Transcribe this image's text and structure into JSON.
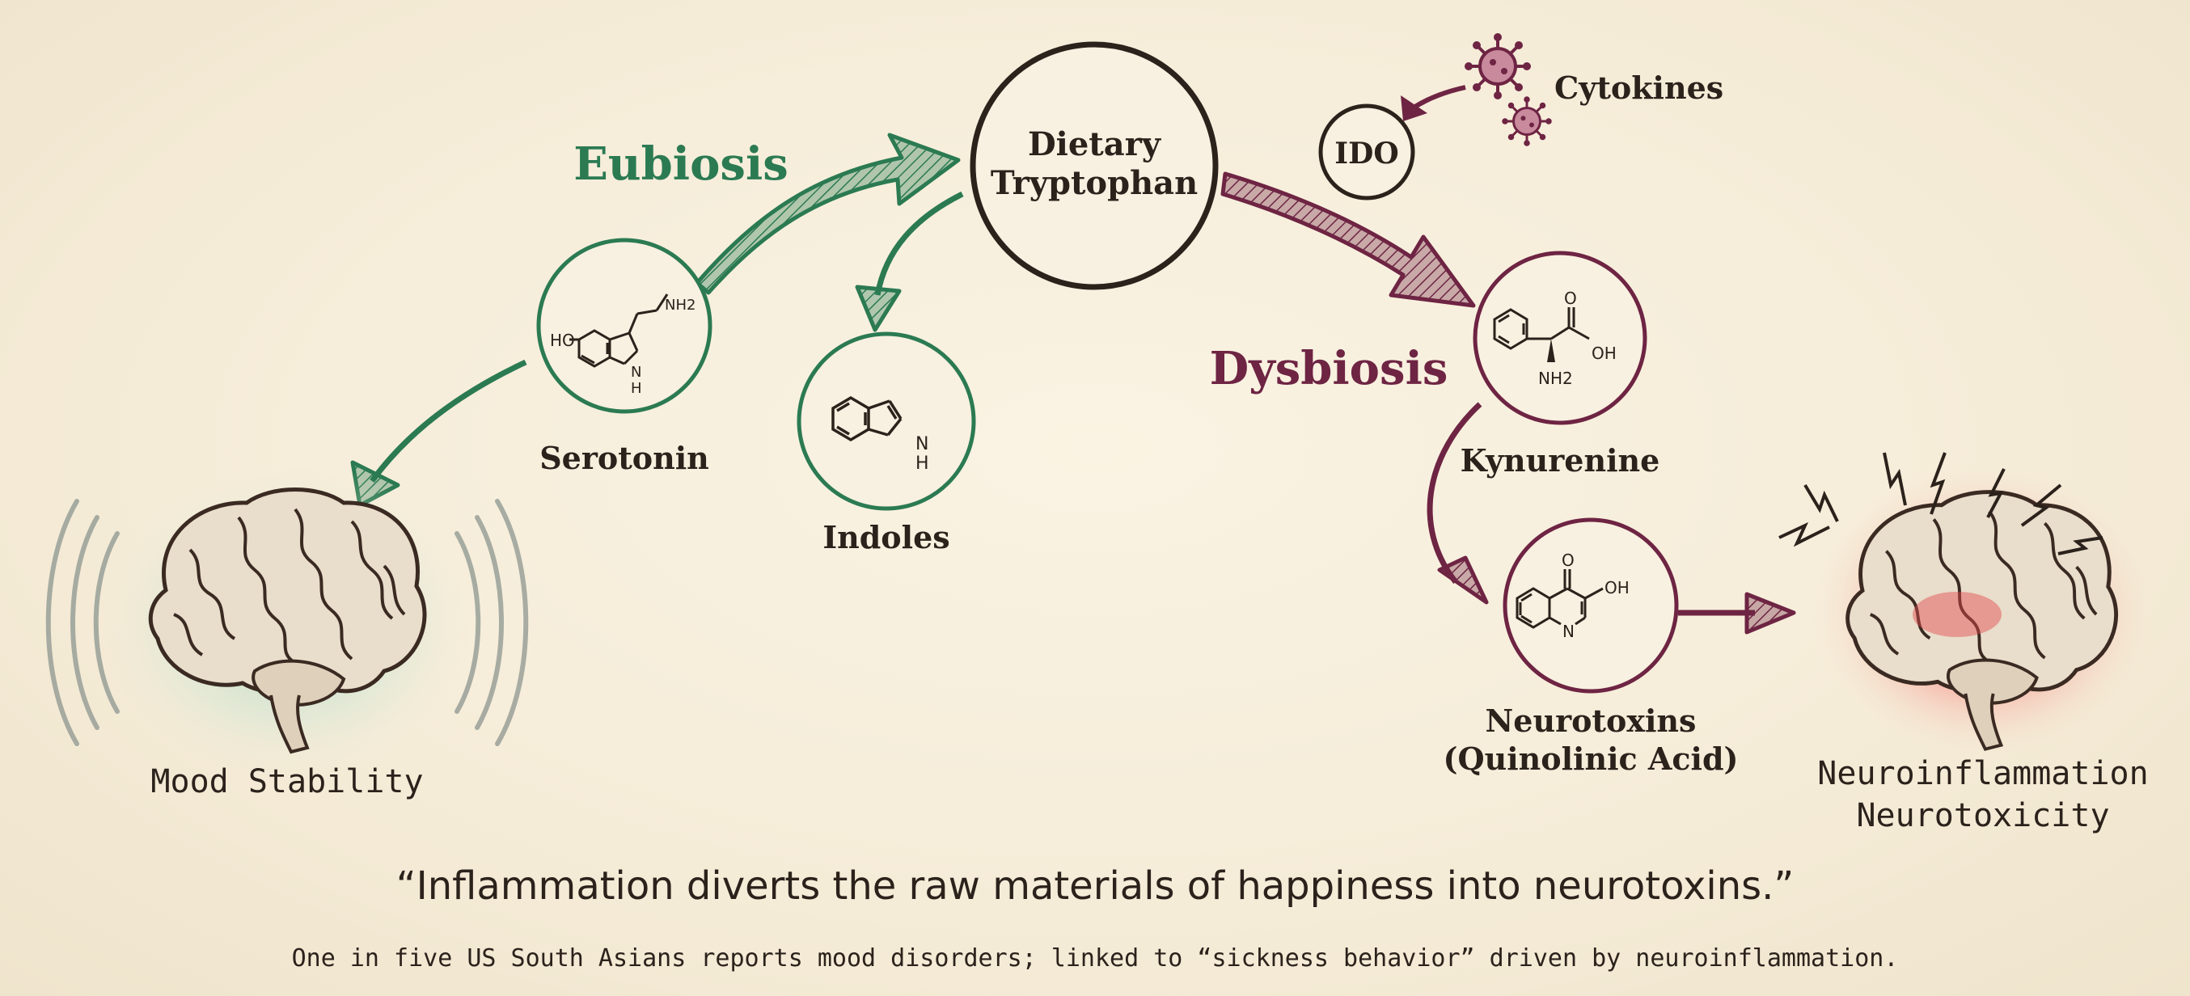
{
  "colors": {
    "eubiosis_green": "#2b7a52",
    "dysbiosis_maroon": "#6e2443",
    "ink": "#2c221c",
    "background": "#f7eedc"
  },
  "icons": [
    "brain-icon-calm",
    "brain-icon-inflamed",
    "virus-icon",
    "lightning-icon"
  ],
  "pathways": {
    "eubiosis": "Eubiosis",
    "dysbiosis": "Dysbiosis"
  },
  "nodes": {
    "tryptophan": {
      "line1": "Dietary",
      "line2": "Tryptophan"
    },
    "serotonin": {
      "label": "Serotonin",
      "atoms": {
        "ho": "HO",
        "nh2": "NH2",
        "nh": "N",
        "h": "H"
      }
    },
    "indoles": {
      "label": "Indoles",
      "atoms": {
        "n": "N",
        "h": "H"
      }
    },
    "ido": {
      "label": "IDO"
    },
    "cytokines": {
      "label": "Cytokines"
    },
    "kynurenine": {
      "label": "Kynurenine",
      "atoms": {
        "o": "O",
        "oh": "OH",
        "nh2": "NH2"
      }
    },
    "neurotoxins": {
      "line1": "Neurotoxins",
      "line2": "(Quinolinic Acid)",
      "atoms": {
        "o": "O",
        "oh": "OH",
        "n": "N"
      }
    }
  },
  "outcomes": {
    "mood": "Mood Stability",
    "neuro_line1": "Neuroinflammation",
    "neuro_line2": "Neurotoxicity"
  },
  "quote": "“Inflammation diverts the raw materials of happiness into neurotoxins.”",
  "footnote": "One in five US South Asians reports mood disorders; linked to “sickness behavior” driven by neuroinflammation."
}
